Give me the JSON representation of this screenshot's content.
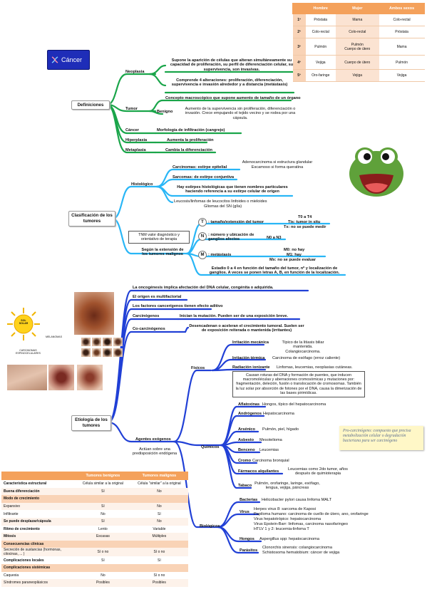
{
  "title": "Cáncer",
  "colors": {
    "green": "#1aa54a",
    "blue": "#29b6f6",
    "navy": "#2140d6",
    "orange": "#f4a15b"
  },
  "top_table": {
    "headers": [
      "",
      "Hombre",
      "Mujer",
      "Ambos sexos"
    ],
    "rows": [
      [
        "1º",
        "Próstata",
        "Mama",
        "Colo-rectal"
      ],
      [
        "2º",
        "Colo-rectal",
        "Colo-rectal",
        "Próstata"
      ],
      [
        "3º",
        "Pulmón",
        "Pulmón\nCuerpo de útero",
        "Mama"
      ],
      [
        "4º",
        "Vejiga",
        "Cuerpo de útero",
        "Pulmón"
      ],
      [
        "5º",
        "Oro-faringe",
        "Vejiga",
        "Vejiga"
      ]
    ]
  },
  "definiciones": {
    "root": "Definiciones",
    "neoplasia": "Neoplasia",
    "neo1": "Supone la aparición de células que alteran simultáneamente su capacidad de proliferación, su perfil de diferenciación celular, su supervivencia, son invasivas.",
    "neo2": "Comprende 4 alteraciones: proliferación, diferenciación, supervivencia e invasión alrededor y a distancia (metástasis)",
    "tumor": "Tumor",
    "tumor1": "Concepto macroscópico que supone aumento de tamaño de un órgano",
    "benigno": "Benigno",
    "benigno_desc": "Aumento de la supervivencia sin proliferación, diferenciación o invasión. Crece empujando el tejido vecino y se rodea por una cápsula.",
    "cancer": "Cáncer",
    "cancer_desc": "Morfología de infiltración (cangrejo)",
    "hiperplasia": "Hiperplasia",
    "hiperplasia_desc": "Aumenta la proliferación",
    "metaplasia": "Metaplasia",
    "metaplasia_desc": "Cambia la diferenciación"
  },
  "clasificacion": {
    "root": "Clasificación de los tumores",
    "histologico": "Histológico",
    "carcinomas": "Carcinomas: estirpe epitelial",
    "carcinomas_note1": "Adenocarcinoma si estructura glandular",
    "carcinomas_note2": "Escamoso si forma queratina",
    "sarcomas": "Sarcomas: de estirpe conjuntiva",
    "otras": "Hay estirpes histológicas que tienen nombres particulares haciendo referencia a su estirpe celular de origen",
    "leucosis": "Leucosis/linfomas de leucocitos linfoides o mieloides",
    "gliomas": "Gliomas del SN (glía)",
    "extension": "Según la extensión de los tumores malignos",
    "tnm_note": "TNM valor diagnóstico y orientativo de terapia",
    "t_letter": "T",
    "t_desc": ": tamaño/extensión del tumor",
    "t_vals1": "T0 a T4",
    "t_vals2": "Tis: tumor in situ",
    "t_vals3": "Tx: no se puede medir",
    "n_letter": "N",
    "n_desc": ": número y ubicación de ganglios afectos",
    "n_vals": "N0 a N3",
    "m_letter": "M",
    "m_desc": ": metástasis",
    "m_vals1": "M0: no hay",
    "m_vals2": "M1: hay",
    "m_vals3": "Mx: no se puede evaluar",
    "estadio": "Estadio 0 a 4 en función del tamaño del tumor, nº y localización de ganglios. A veces se ponen letras A, B, en función de la localización."
  },
  "etiologia": {
    "root": "Etiología de los tumores",
    "e1": "La oncogénesis implica afectación del DNA celular, congénita o adquirida.",
    "e2": "El origen es multifactorial",
    "e3": "Los factores cancerígenos tienen efecto aditivo",
    "carc": "Carcinógenos",
    "carc_desc": "Inician la mutación. Pueden ser de una exposición breve.",
    "cocarc": "Co-carcinógenos",
    "cocarc_desc": "Desencadenan o aceleran el crecimiento tumoral. Suelen ser de exposición reiterada o mantenida (irritantes)",
    "agentes": "Agentes exógenos",
    "agentes_sub": "Actúan sobre una predisposición endógena",
    "fisicos": "Físicos",
    "irr_mec": "Irritación mecánica",
    "irr_mec_desc": "Típico de la litiasis biliar mantenida. Colangiocarcinoma.",
    "irr_ter": "Irritación térmica",
    "irr_ter_desc": "Carcinoma de esófago (erroz caliente)",
    "rad": "Radiación ionizante",
    "rad_desc": "Linfomas, leucemias, neoplasias cutáneas.",
    "rad_note": "Causan roturas del DNA y formación de puentes, que inducen macromoléculas y aberraciones cromosómicas y mutaciones por: fragmentación, deleción, fusión o translocación de cromosomas. También la luz solar por absorción de fotones por el DNA, causa la dimerización de las bases pirimídicas.",
    "quimicos": "Químicos",
    "afla": "Aflatoxinas",
    "afla_desc": "Hongos, típico del hepatocarcinoma",
    "andro": "Andrógenos",
    "andro_desc": "Hepatocarcinoma",
    "arsenico": "Arsénico",
    "arsenico_desc": "Pulmón, piel, hígado",
    "asbesto": "Asbesto",
    "asbesto_desc": "Mesotelioma",
    "benceno": "Benceno",
    "benceno_desc": "Leucemias",
    "cromo": "Cromo",
    "cromo_desc": "Carcinoma bronquial",
    "farmacos": "Fármacos alquilantes",
    "farmacos_desc": "Leucemias como 2do tumor, años después de quimioterapia",
    "tabaco": "Tabaco",
    "tabaco_desc": "Pulmón, orofaringe, laringe, esófago, lengua, vejiga, páncreas",
    "procarc_note": "Pro-carcinógeno: compuesto que precisa metabolización celular o degradación bacteriana para ser carcinógeno",
    "biologicos": "Biológicos",
    "bacterias": "Bacterias",
    "bacterias_desc": "Helicobacter pylori causa linfoma MALT",
    "virus": "Virus",
    "virus1": "Herpes virus 8: sarcoma de Kaposi",
    "virus2": "Papiloma humano: carcinoma de cuello de útero, ano, orofaringe",
    "virus3": "Virus hepatotrópico: hepatocarcinoma",
    "virus4": "Virus Epstein-Barr: linfomas, carcinoma nasofaringeo",
    "virus5": "HTLV 1 y 2: leucemia-linfoma T",
    "hongos": "Hongos",
    "hongos_desc": "Aspergillus spp: hepatocarcinoma",
    "parasitos": "Parásitos",
    "parasitos1": "Clonorchis sinensis: colangiocarcinoma",
    "parasitos2": "Schistosoma hematobium: cáncer de vejiga"
  },
  "illustration": {
    "sun_label": "SOL\nSOLAR",
    "melanoma": "MELANOMAS",
    "carcinomas": "CARCINOMAS\nESPINOCELULARES"
  },
  "bottom_table": {
    "headers": [
      "",
      "Tumores benignos",
      "Tumores malignos"
    ],
    "rows": [
      {
        "sec": false,
        "cells": [
          "Característica estructural",
          "Célula similar a la original",
          "Célula \"similar\" a la original"
        ]
      },
      {
        "sec": false,
        "cells": [
          "Buena diferenciación",
          "Sí",
          "No"
        ]
      },
      {
        "sec": true,
        "cells": [
          "Modo de crecimiento",
          "",
          ""
        ]
      },
      {
        "sec": false,
        "cells": [
          "Expansivo",
          "Sí",
          "No"
        ]
      },
      {
        "sec": false,
        "cells": [
          "Infiltrante",
          "No",
          "Sí"
        ]
      },
      {
        "sec": false,
        "cells": [
          "Se puede desplazar/cápsula",
          "Sí",
          "No"
        ]
      },
      {
        "sec": false,
        "cells": [
          "Ritmo de crecimiento",
          "Lento",
          "Variable"
        ]
      },
      {
        "sec": false,
        "cells": [
          "Mitosis",
          "Escasas",
          "Múltiples"
        ]
      },
      {
        "sec": true,
        "cells": [
          "Consecuencias clínicas",
          "",
          ""
        ]
      },
      {
        "sec": false,
        "cells": [
          "Secreción de sustancias (hormonas, citocinas, ... )",
          "Sí o no",
          "Sí o no"
        ]
      },
      {
        "sec": false,
        "cells": [
          "Complicaciones locales",
          "Sí",
          "Sí"
        ]
      },
      {
        "sec": true,
        "cells": [
          "Complicaciones sistémicas",
          "",
          ""
        ]
      },
      {
        "sec": false,
        "cells": [
          "Caquexia",
          "No",
          "Sí o no"
        ]
      },
      {
        "sec": false,
        "cells": [
          "Síndromes paraneoplásicos",
          "Posibles",
          "Posibles"
        ]
      }
    ]
  }
}
